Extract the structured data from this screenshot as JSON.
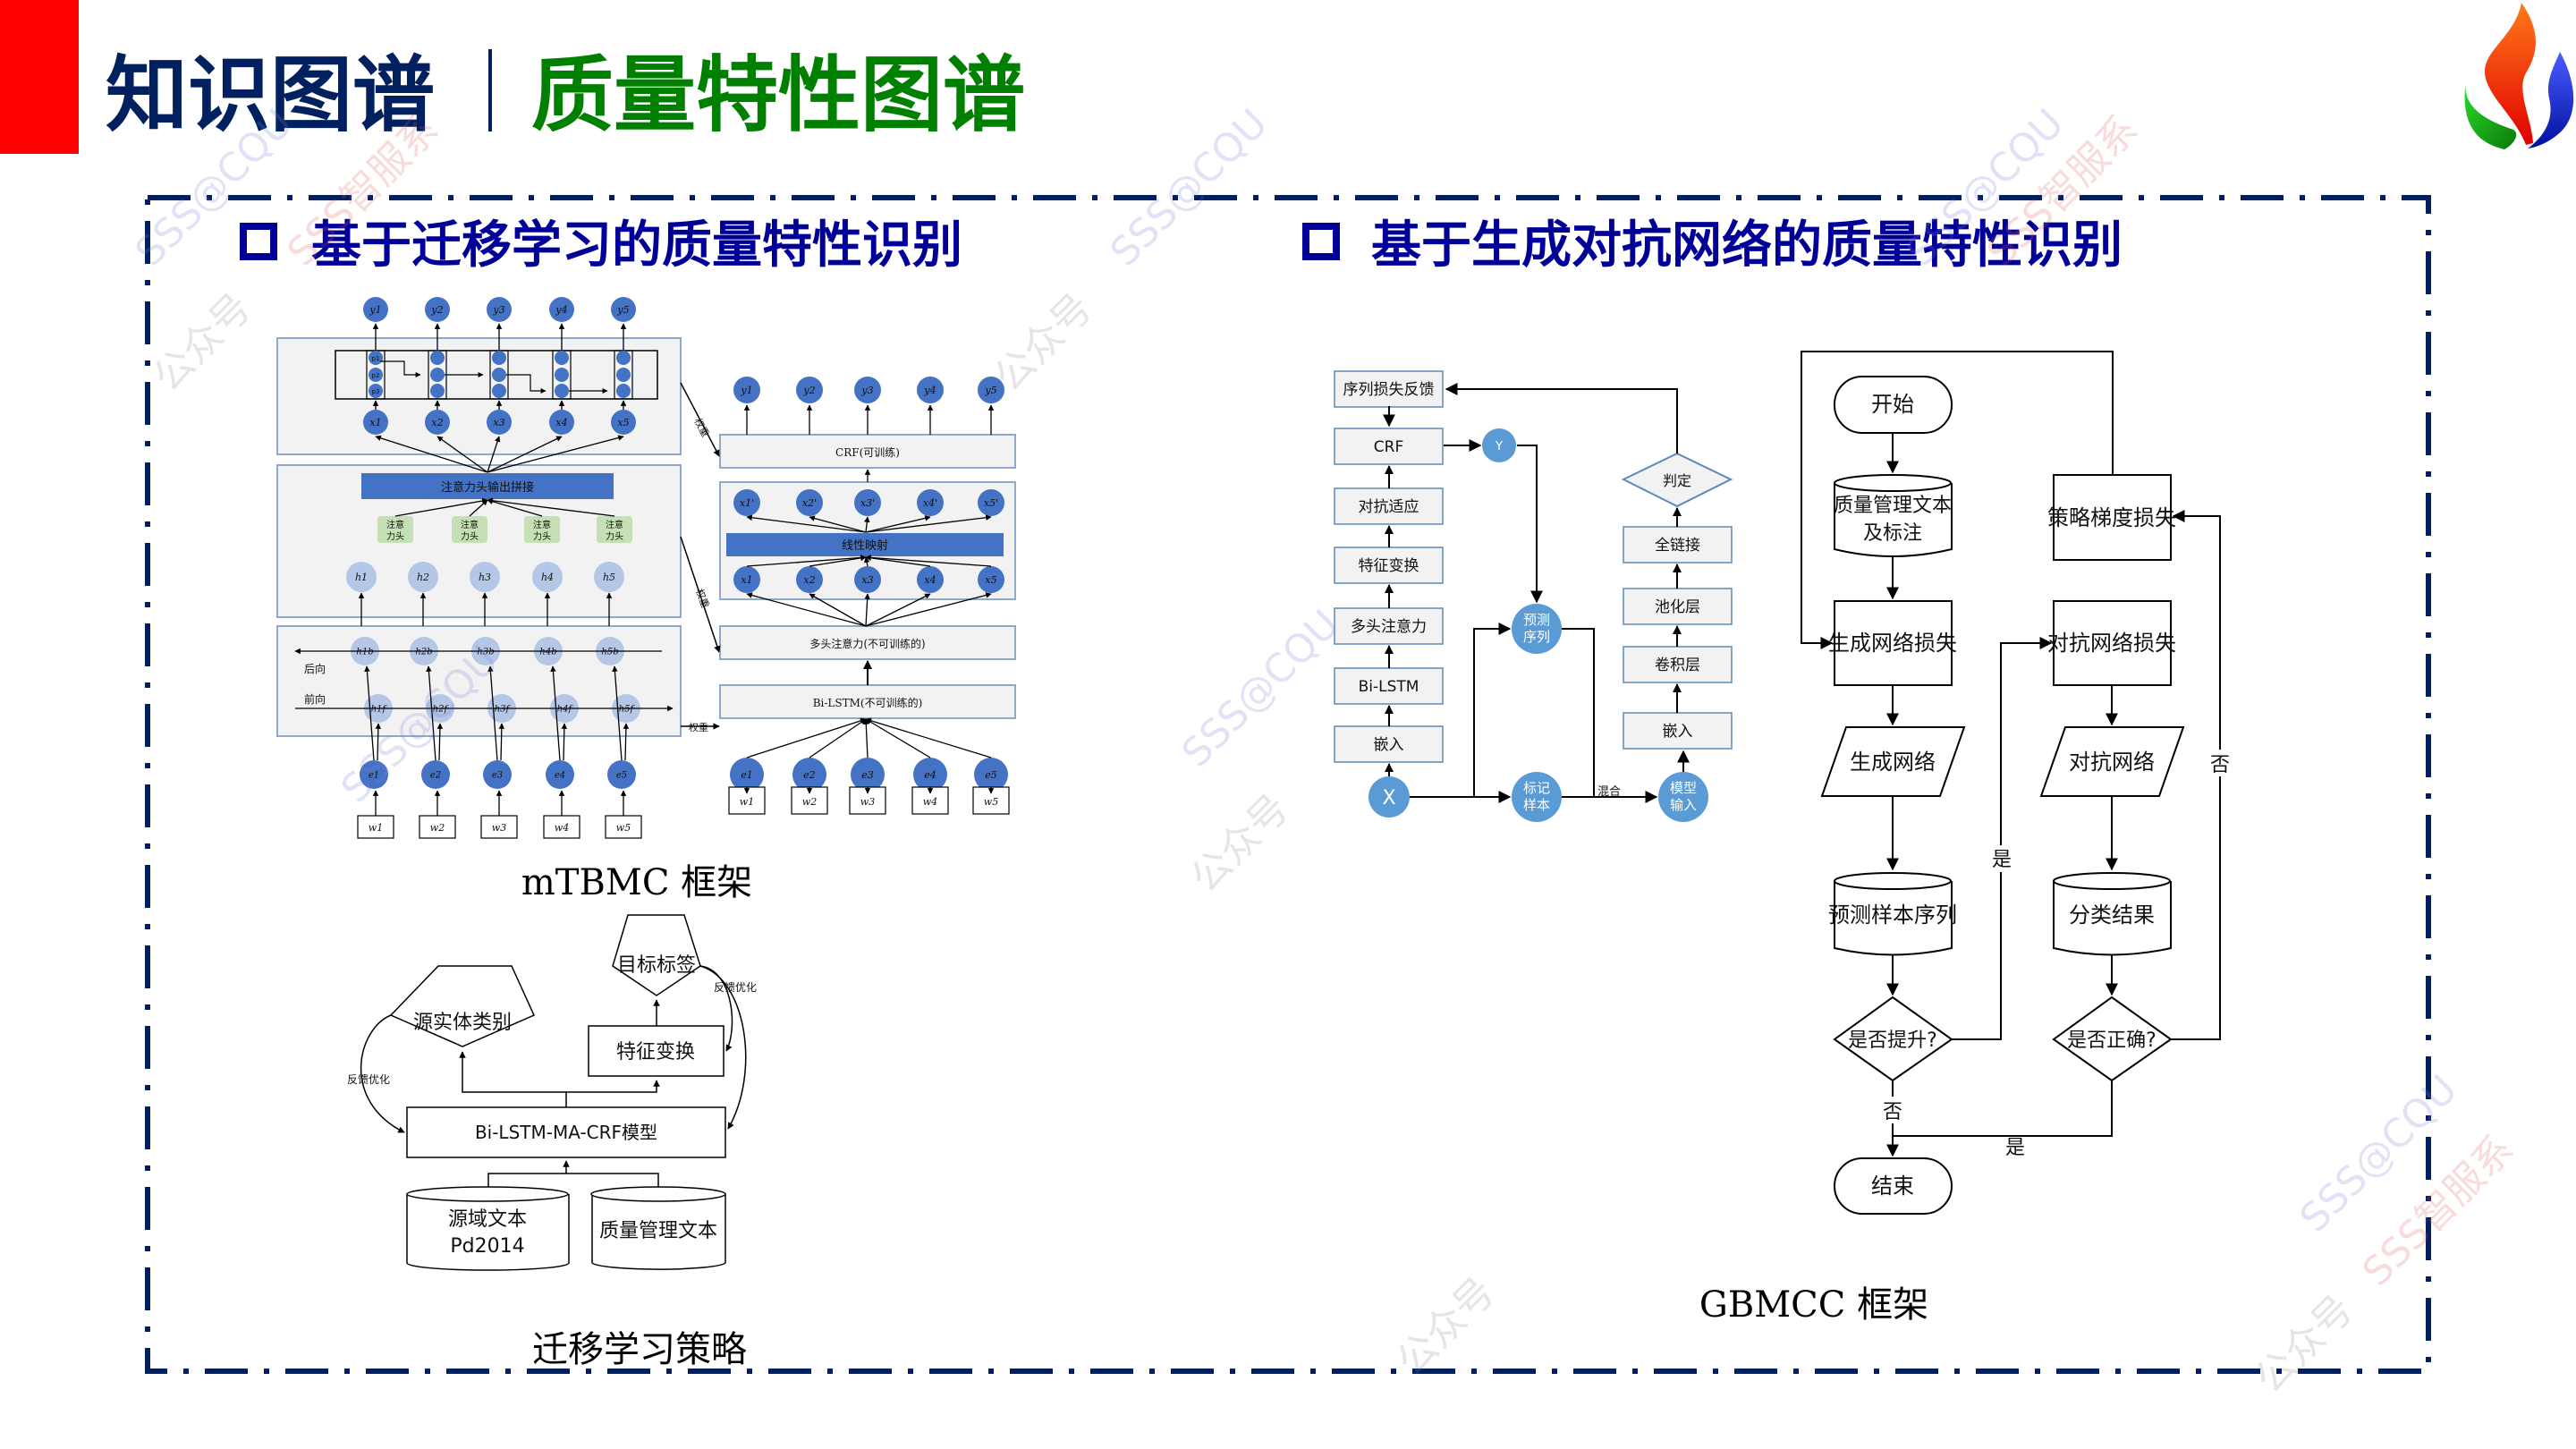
{
  "header": {
    "title_left": "知识图谱",
    "title_separator": "|",
    "title_right": "质量特性图谱",
    "colors": {
      "red_bar": "#ff0000",
      "title_left": "#002060",
      "title_right": "#008000",
      "section": "#000099",
      "border": "#002060"
    }
  },
  "logo": {
    "icon": "flame-logo-icon"
  },
  "sections": [
    {
      "bullet": "square-bullet-icon",
      "title": "基于迁移学习的质量特性识别"
    },
    {
      "bullet": "square-bullet-icon",
      "title": "基于生成对抗网络的质量特性识别"
    }
  ],
  "mtbmc": {
    "caption": "mTBMC 框架",
    "y_labels": [
      "y1",
      "y2",
      "y3",
      "y4",
      "y5"
    ],
    "p_labels": [
      "p1",
      "p2",
      "p3"
    ],
    "x_labels": [
      "x1",
      "x2",
      "x3",
      "x4",
      "x5"
    ],
    "concat_label": "注意力头输出拼接",
    "head_label": "注意力头",
    "h_labels": [
      "h1",
      "h2",
      "h3",
      "h4",
      "h5"
    ],
    "hb_labels": [
      "h1b",
      "h2b",
      "h3b",
      "h4b",
      "h5b"
    ],
    "hf_labels": [
      "h1f",
      "h2f",
      "h3f",
      "h4f",
      "h5f"
    ],
    "backward_label": "后向",
    "forward_label": "前向",
    "e_labels": [
      "e1",
      "e2",
      "e3",
      "e4",
      "e5"
    ],
    "w_labels": [
      "w1",
      "w2",
      "w3",
      "w4",
      "w5"
    ],
    "weight_label": "权重",
    "crf_label": "CRF(可训练)",
    "xp_labels": [
      "x1'",
      "x2'",
      "x3'",
      "x4'",
      "x5'"
    ],
    "linear_label": "线性映射",
    "mha_label": "多头注意力(不可训练的)",
    "bilstm_label": "Bi-LSTM(不可训练的)"
  },
  "transfer": {
    "caption": "迁移学习策略",
    "source_entity": "源实体类别",
    "target_label": "目标标签",
    "feature_transform": "特征变换",
    "model": "Bi-LSTM-MA-CRF模型",
    "feedback": "反馈优化",
    "source_text_line1": "源域文本",
    "source_text_line2": "Pd2014",
    "quality_text": "质量管理文本"
  },
  "gbmcc": {
    "caption": "GBMCC 框架",
    "left_column": [
      "序列损失反馈",
      "CRF",
      "对抗适应",
      "特征变换",
      "多头注意力",
      "Bi-LSTM",
      "嵌入"
    ],
    "x_node": "X",
    "y_node": "Y",
    "pred_seq_line1": "预测",
    "pred_seq_line2": "序列",
    "labeled_line1": "标记",
    "labeled_line2": "样本",
    "mix_label": "混合",
    "model_in_line1": "模型",
    "model_in_line2": "输入",
    "judge": "判定",
    "right_column": [
      "全链接",
      "池化层",
      "卷积层",
      "嵌入"
    ]
  },
  "flow": {
    "start": "开始",
    "data_line1": "质量管理文本",
    "data_line2": "及标注",
    "gen_loss": "生成网络损失",
    "gen_net": "生成网络",
    "pred_samples": "预测样本序列",
    "improve_q": "是否提升?",
    "policy_loss": "策略梯度损失",
    "adv_loss": "对抗网络损失",
    "adv_net": "对抗网络",
    "class_result": "分类结果",
    "correct_q": "是否正确?",
    "end": "结束",
    "yes": "是",
    "no": "否"
  },
  "watermark": {
    "text1": "SSS@CQU",
    "text2": "SSS智服系",
    "text3": "公众号"
  }
}
